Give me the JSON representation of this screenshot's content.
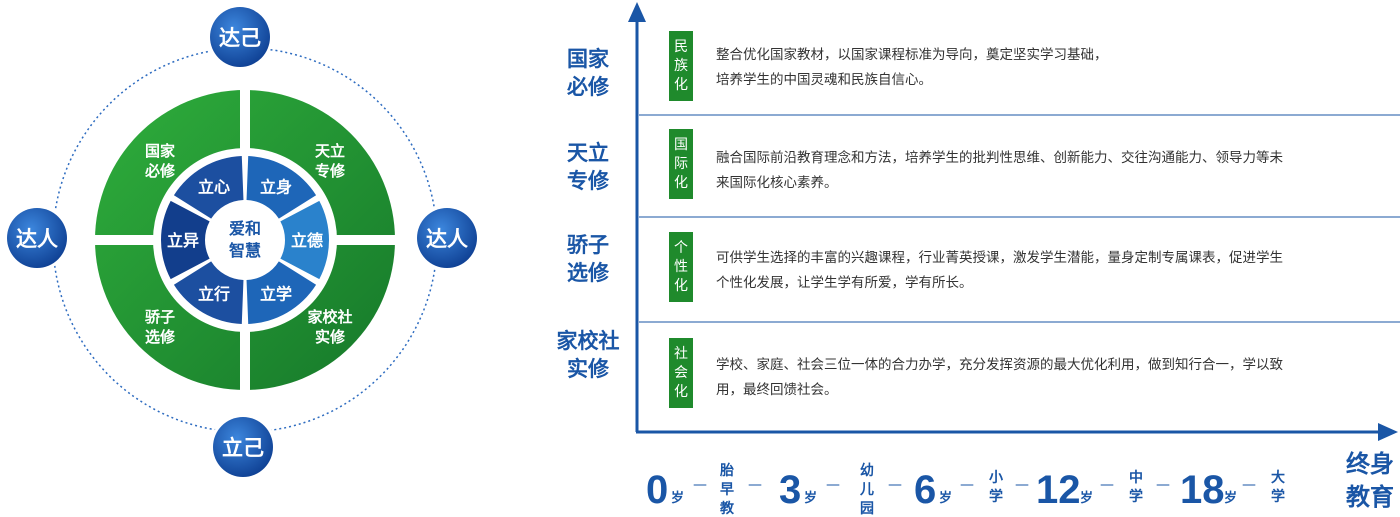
{
  "colors": {
    "green": "#1f8a2c",
    "green_light": "#2aa33a",
    "blue": "#1a56a6",
    "blue_dark": "#0d3a86",
    "blue_light": "#3a7dd0",
    "badge_blue": "#1d5fb5"
  },
  "wheel": {
    "badges": {
      "top": "达己",
      "left": "达人",
      "right": "达人",
      "bottom": "立己"
    },
    "outer_sectors": {
      "top_left": [
        "国家",
        "必修"
      ],
      "top_right": [
        "天立",
        "专修"
      ],
      "bottom_left": [
        "骄子",
        "选修"
      ],
      "bottom_right": [
        "家校社",
        "实修"
      ]
    },
    "inner_sectors": [
      "立心",
      "立身",
      "立德",
      "立学",
      "立行",
      "立异"
    ],
    "center": [
      "爱和",
      "智慧"
    ]
  },
  "rows": [
    {
      "title": [
        "国家",
        "必修"
      ],
      "tag": [
        "民",
        "族",
        "化"
      ],
      "desc": [
        "整合优化国家教材，以国家课程标准为导向，奠定坚实学习基础，",
        "培养学生的中国灵魂和民族自信心。"
      ]
    },
    {
      "title": [
        "天立",
        "专修"
      ],
      "tag": [
        "国",
        "际",
        "化"
      ],
      "desc": [
        "融合国际前沿教育理念和方法，培养学生的批判性思维、创新能力、交往沟通能力、领导力等未",
        "来国际化核心素养。"
      ]
    },
    {
      "title": [
        "骄子",
        "选修"
      ],
      "tag": [
        "个",
        "性",
        "化"
      ],
      "desc": [
        "可供学生选择的丰富的兴趣课程，行业菁英授课，激发学生潜能，量身定制专属课表，促进学生",
        "个性化发展，让学生学有所爱，学有所长。"
      ]
    },
    {
      "title": [
        "家校社",
        "实修"
      ],
      "tag": [
        "社",
        "会",
        "化"
      ],
      "desc": [
        "学校、家庭、社会三位一体的合力办学，充分发挥资源的最大优化利用，做到知行合一，学以致",
        "用，最终回馈社会。"
      ]
    }
  ],
  "timeline": {
    "ages": [
      {
        "num": "0",
        "unit": "岁"
      },
      {
        "num": "3",
        "unit": "岁"
      },
      {
        "num": "6",
        "unit": "岁"
      },
      {
        "num": "12",
        "unit": "岁"
      },
      {
        "num": "18",
        "unit": "岁"
      }
    ],
    "stages": [
      [
        "胎",
        "早",
        "教"
      ],
      [
        "幼",
        "儿",
        "园"
      ],
      [
        "小",
        "学"
      ],
      [
        "中",
        "学"
      ],
      [
        "大",
        "学"
      ]
    ],
    "dash": "—",
    "lifelong": [
      "终身",
      "教育"
    ]
  }
}
